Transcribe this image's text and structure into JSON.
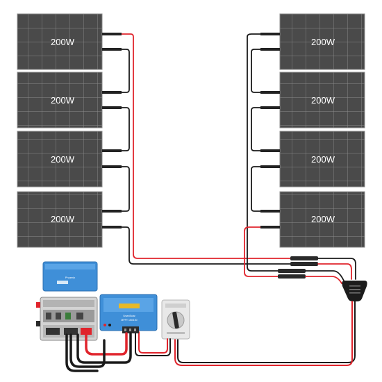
{
  "panels": {
    "left": [
      {
        "label": "200W"
      },
      {
        "label": "200W"
      },
      {
        "label": "200W"
      },
      {
        "label": "200W"
      }
    ],
    "right": [
      {
        "label": "200W"
      },
      {
        "label": "200W"
      },
      {
        "label": "200W"
      },
      {
        "label": "200W"
      }
    ]
  },
  "devices": {
    "inverter": {
      "label": "Phoenix"
    },
    "controller": {
      "label": "SmartSolar",
      "model": "MPPT 150/100"
    }
  },
  "colors": {
    "panel": "#4a4a4a",
    "panel_grid": "#8c8c8c",
    "cable_red": "#e0242c",
    "cable_black": "#1a1a1a",
    "victron_blue": "#3f8fd8",
    "switch_body": "#e8e8e8"
  }
}
